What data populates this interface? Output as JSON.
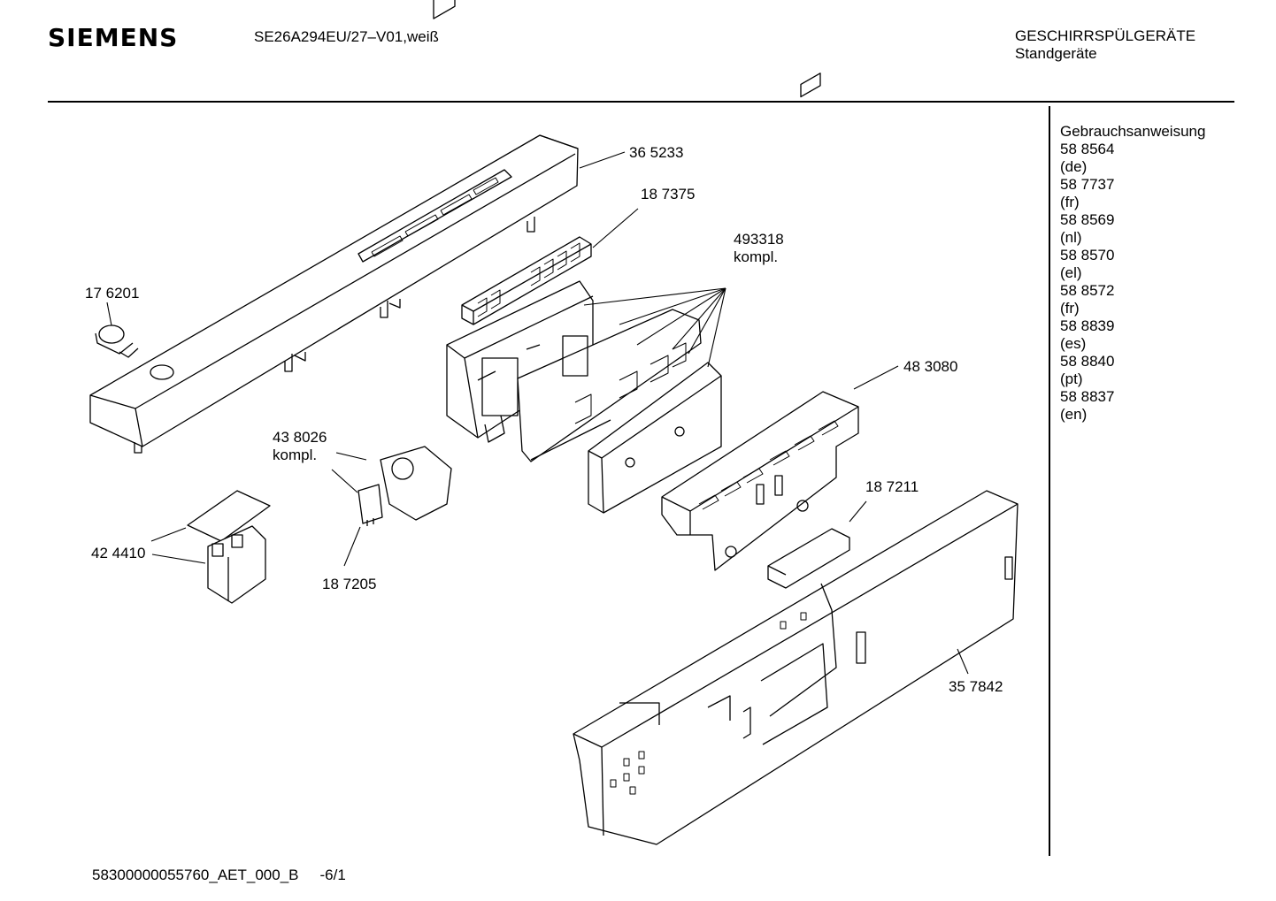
{
  "header": {
    "brand": "SIEMENS",
    "model": "SE26A294EU/27–V01,weiß",
    "category_line1": "GESCHIRRSPÜLGERÄTE",
    "category_line2": "Standgeräte"
  },
  "documents": {
    "heading": "Gebrauchsanweisung",
    "items": [
      {
        "number": "58 8564",
        "lang": "(de)"
      },
      {
        "number": "58 7737",
        "lang": "(fr)"
      },
      {
        "number": "58 8569",
        "lang": "(nl)"
      },
      {
        "number": "58 8570",
        "lang": "(el)"
      },
      {
        "number": "58 8572",
        "lang": "(fr)"
      },
      {
        "number": "58 8839",
        "lang": "(es)"
      },
      {
        "number": "58 8840",
        "lang": "(pt)"
      },
      {
        "number": "58 8837",
        "lang": "(en)"
      }
    ]
  },
  "parts": {
    "p365233": "36 5233",
    "p187375": "18 7375",
    "p493318": "493318",
    "p493318_note": "kompl.",
    "p176201": "17 6201",
    "p483080": "48 3080",
    "p438026": "43 8026",
    "p438026_note": "kompl.",
    "p187211": "18 7211",
    "p424410": "42 4410",
    "p187205": "18 7205",
    "p357842": "35 7842"
  },
  "footer": {
    "drawing_id": "58300000055760_AET_000_B",
    "page": "-6/1"
  }
}
